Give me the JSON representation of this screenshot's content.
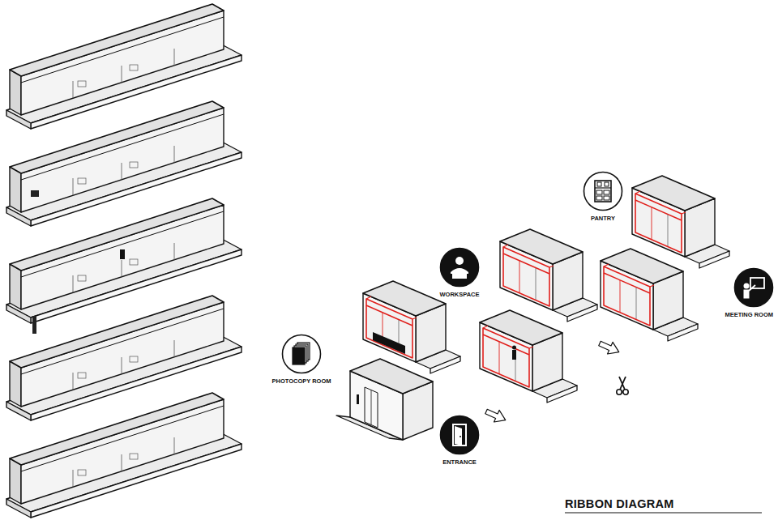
{
  "diagram": {
    "title": "RIBBON DIAGRAM",
    "nodes": [
      {
        "text": [
          "PANTRY"
        ]
      },
      {
        "text": [
          "WORKSPACE"
        ]
      },
      {
        "text": [
          "MEETING ROOM"
        ]
      },
      {
        "text": [
          "PHOTOCOPY ROOM"
        ]
      },
      {
        "text": [
          "ENTRANCE"
        ]
      }
    ]
  }
}
